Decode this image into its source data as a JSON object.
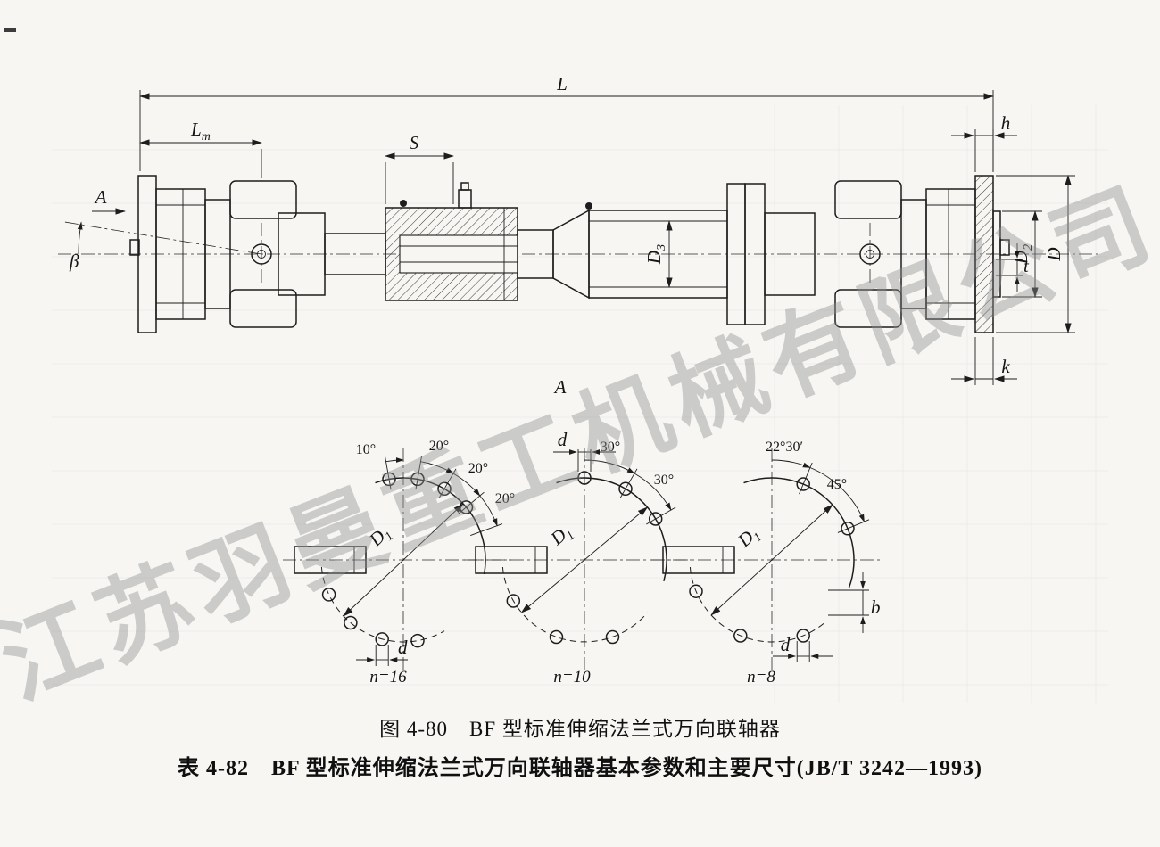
{
  "watermark": {
    "text": "江苏羽曼重工机械有限公司"
  },
  "figure": {
    "caption_fig": "图 4-80　BF 型标准伸缩法兰式万向联轴器",
    "caption_table": "表 4-82　BF 型标准伸缩法兰式万向联轴器基本参数和主要尺寸(JB/T 3242—1993)"
  },
  "main_drawing": {
    "dims": {
      "L": "L",
      "Lm_base": "L",
      "Lm_sub": "m",
      "S": "S",
      "h": "h",
      "k": "k",
      "t": "t",
      "D": "D",
      "D2_base": "D",
      "D2_sub": "2",
      "D3_base": "D",
      "D3_sub": "3",
      "beta": "β",
      "view_label": "A"
    }
  },
  "bolt_views": {
    "section_label": "A",
    "diagrams": [
      {
        "n": "n=16",
        "angle1": "10°",
        "angle2": "20°",
        "angle3": "20°",
        "angle4": "20°",
        "D1_base": "D",
        "D1_sub": "1",
        "d": "d"
      },
      {
        "n": "n=10",
        "angle1": "30°",
        "angle2": "30°",
        "D1_base": "D",
        "D1_sub": "1",
        "d": "d"
      },
      {
        "n": "n=8",
        "angle1": "22°30′",
        "angle2": "45°",
        "D1_base": "D",
        "D1_sub": "1",
        "d": "d",
        "b": "b"
      }
    ]
  }
}
